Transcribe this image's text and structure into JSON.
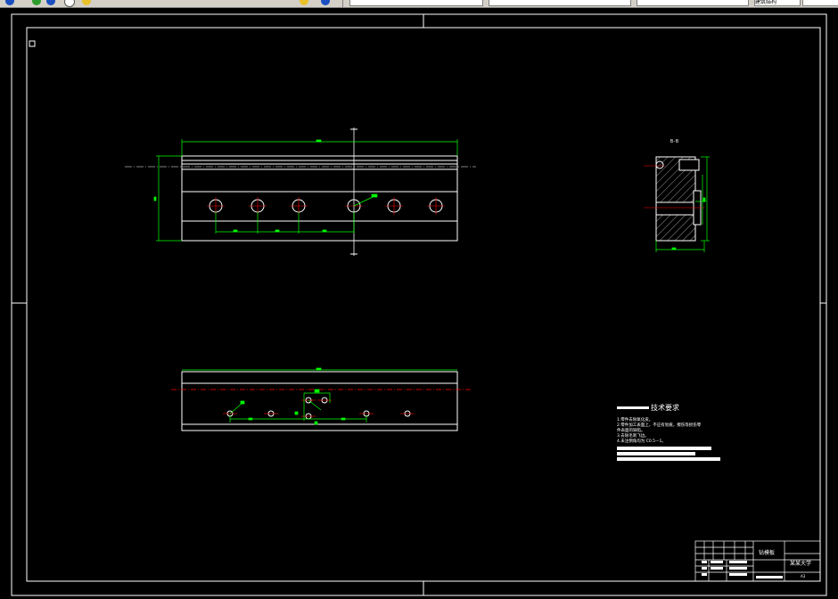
{
  "toolbar": {
    "field_1": "",
    "field_2": "",
    "field_3": "",
    "field_4": "",
    "field_5": "",
    "field_6": "建筑结构",
    "colors": {
      "bg": "#d4d0c8",
      "icon_blue": "#1c4fbf",
      "icon_green": "#2c9a2c",
      "icon_yellow": "#e8c02c"
    }
  },
  "drawing": {
    "section_label": "B-B",
    "tech_requirements": {
      "title": "技术要求",
      "lines": [
        "1.零件去除氧化皮。",
        "2.零件加工表面上，不应有划痕，擦伤等损伤零",
        "件表面的缺陷。",
        "3.去除毛刺飞边。",
        "4.未注倒角均为 C0.5—1。"
      ]
    },
    "title_block": {
      "drawing_name": "钻模板",
      "school": "某某大学",
      "sheet_size": "A3"
    },
    "colors": {
      "outline": "#ffffff",
      "dimension": "#00ff00",
      "center": "#ff0000",
      "background": "#000000"
    }
  }
}
